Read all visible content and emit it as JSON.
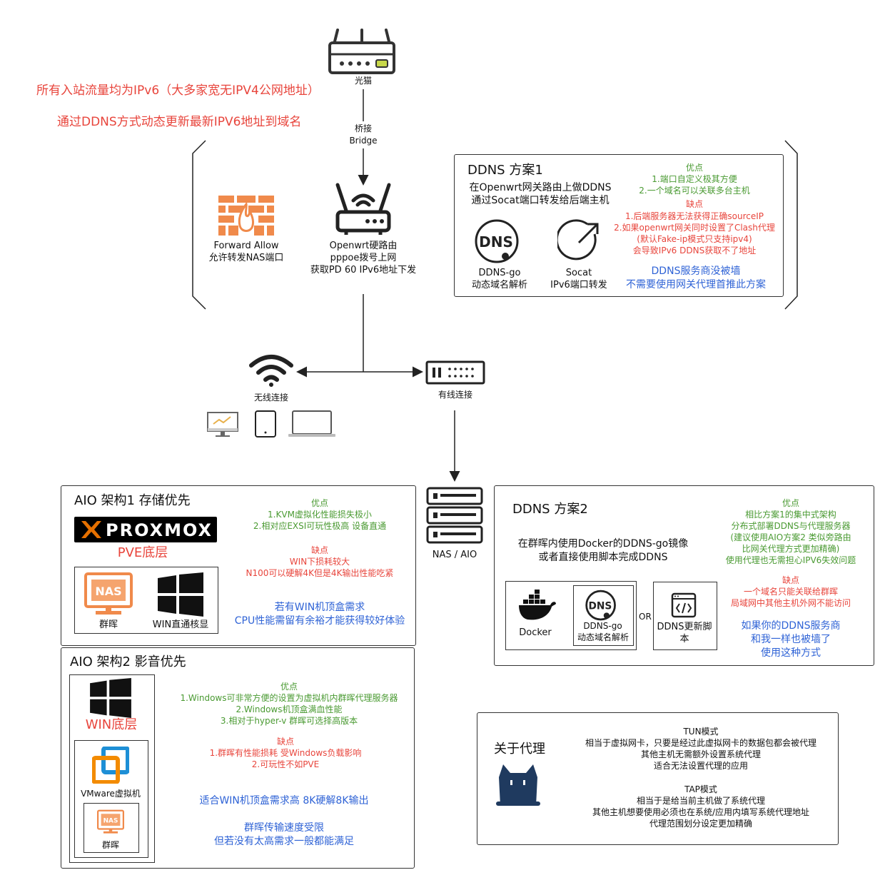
{
  "header": {
    "line1": "所有入站流量均为IPv6（大多家宽无IPV4公网地址）",
    "line2": "通过DDNS方式动态更新最新IPV6地址到域名"
  },
  "modem": {
    "label": "光猫"
  },
  "bridge": {
    "line1": "桥接",
    "line2": "Bridge"
  },
  "firewall": {
    "line1": "Forward Allow",
    "line2": "允许转发NAS端口"
  },
  "router": {
    "line1": "Openwrt硬路由",
    "line2": "pppoe拨号上网",
    "line3": "获取PD 60 IPv6地址下发"
  },
  "ddns1": {
    "title": "DDNS 方案1",
    "desc1": "在Openwrt网关路由上做DDNS",
    "desc2": "通过Socat端口转发给后端主机",
    "dns_icon_text": "DNS",
    "ddnsgo_line1": "DDNS-go",
    "ddnsgo_line2": "动态域名解析",
    "socat_line1": "Socat",
    "socat_line2": "IPv6端口转发",
    "pros_title": "优点",
    "pros": [
      "1.端口自定义极其方便",
      "2.一个域名可以关联多台主机"
    ],
    "cons_title": "缺点",
    "cons": [
      "1.后端服务器无法获得正确sourceIP",
      "2.如果openwrt网关同时设置了Clash代理",
      "(默认Fake-ip模式只支持ipv4)",
      "会导致IPv6 DDNS获取不了地址"
    ],
    "note": [
      "DDNS服务商没被墙",
      "不需要使用网关代理首推此方案"
    ]
  },
  "wireless": {
    "label": "无线连接"
  },
  "wired": {
    "label": "有线连接"
  },
  "nas_aio": {
    "label": "NAS / AIO"
  },
  "aio1": {
    "title": "AIO 架构1 存储优先",
    "logo_text": "PROXMOX",
    "base": "PVE底层",
    "nas_icon_text": "NAS",
    "nas_label": "群晖",
    "win_label": "WIN直通核显",
    "pros_title": "优点",
    "pros": [
      "1.KVM虚拟化性能损失极小",
      "2.相对应EXSI可玩性极高 设备直通"
    ],
    "cons_title": "缺点",
    "cons": [
      "WIN下损耗较大",
      "N100可以硬解4K但是4K输出性能吃紧"
    ],
    "note": [
      "若有WIN机顶盒需求",
      "CPU性能需留有余裕才能获得较好体验"
    ]
  },
  "aio2": {
    "title": "AIO 架构2 影音优先",
    "base": "WIN底层",
    "vm_label": "VMware虚拟机",
    "nas_icon_text": "NAS",
    "nas_label": "群晖",
    "pros_title": "优点",
    "pros": [
      "1.Windows可非常方便的设置为虚拟机内群晖代理服务器",
      "2.Windows机顶盒满血性能",
      "3.相对于hyper-v 群晖可选择高版本"
    ],
    "cons_title": "缺点",
    "cons": [
      "1.群晖有性能损耗 受Windows负载影响",
      "2.可玩性不如PVE"
    ],
    "note1": "适合WIN机顶盒需求高 8K硬解8K输出",
    "note2": [
      "群晖传输速度受限",
      "但若没有太高需求一般都能满足"
    ]
  },
  "ddns2": {
    "title": "DDNS 方案2",
    "desc1": "在群晖内使用Docker的DDNS-go镜像",
    "desc2": "或者直接使用脚本完成DDNS",
    "docker_label": "Docker",
    "dns_icon_text": "DNS",
    "ddnsgo_line1": "DDNS-go",
    "ddnsgo_line2": "动态域名解析",
    "or": "OR",
    "script_line1": "DDNS更新脚",
    "script_line2": "本",
    "pros_title": "优点",
    "pros": [
      "相比方案1的集中式架构",
      "分布式部署DDNS与代理服务器",
      "(建议使用AIO方案2 类似旁路由",
      "比网关代理方式更加精确)",
      "使用代理也无需担心IPV6失效问题"
    ],
    "cons_title": "缺点",
    "cons": [
      "一个域名只能关联给群晖",
      "局域网中其他主机外网不能访问"
    ],
    "note": [
      "如果你的DDNS服务商",
      "和我一样也被墙了",
      "使用这种方式"
    ]
  },
  "proxy": {
    "title": "关于代理",
    "lines": [
      "TUN模式",
      "相当于虚拟网卡，只要是经过此虚拟网卡的数据包都会被代理",
      "其他主机无需额外设置系统代理",
      "适合无法设置代理的应用",
      "",
      "TAP模式",
      "相当于是给当前主机做了系统代理",
      "其他主机想要使用必须也在系统/应用内填写系统代理地址",
      "代理范围划分设定更加精确"
    ]
  },
  "colors": {
    "red": "#e8453c",
    "green": "#4a9a32",
    "blue": "#2f63d6",
    "firewall": "#f08a4b",
    "proxmox_orange": "#e57000",
    "vmware_blue": "#1d8fd6",
    "vmware_orange": "#f38b00",
    "cat": "#1f3a5f"
  },
  "icons": [
    "modem-icon",
    "router-icon",
    "firewall-icon",
    "dns-icon",
    "socat-icon",
    "wifi-icon",
    "switch-icon",
    "server-icon",
    "monitor-icon",
    "tablet-icon",
    "laptop-icon",
    "proxmox-logo",
    "nas-icon",
    "windows-icon",
    "vmware-icon",
    "docker-icon",
    "script-icon",
    "cat-icon"
  ]
}
